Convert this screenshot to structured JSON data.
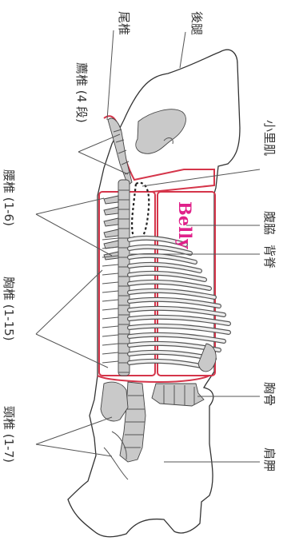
{
  "labels": {
    "tail_vertebrae": "尾椎",
    "hind_leg": "後腿",
    "sacral_vertebrae": "薦椎 (4 段)",
    "tenderloin": "小里肌",
    "lumbar_vertebrae": "腰椎 (1-6)",
    "belly_flank": "腹脇",
    "loin_back": "背脊",
    "thoracic_vertebrae": "胸椎 (1-15)",
    "sternum": "胸骨",
    "cervical_vertebrae": "頸椎 (1-7)",
    "shoulder": "肩胛",
    "belly_overlay": "Belly"
  },
  "colors": {
    "outline": "#333333",
    "section_border": "#d5354a",
    "belly_text": "#e0218a",
    "bone": "#c9c9c9"
  }
}
